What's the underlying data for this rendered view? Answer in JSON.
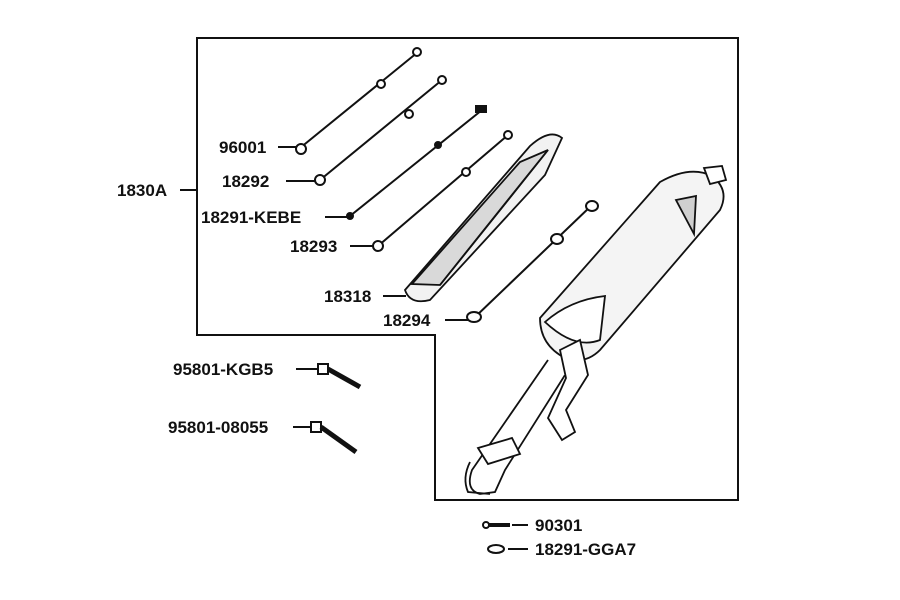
{
  "diagram": {
    "group_label": "1830A",
    "parts": {
      "p96001": "96001",
      "p18292": "18292",
      "p18291_kebe": "18291-KEBE",
      "p18293": "18293",
      "p18318": "18318",
      "p18294": "18294",
      "p95801_kgb5": "95801-KGB5",
      "p95801_08055": "95801-08055",
      "p90301": "90301",
      "p18291_gga7": "18291-GGA7"
    }
  },
  "colors": {
    "line": "#111111",
    "muffler_fill": "#f4f4f4",
    "shadow": "#cfcfcf"
  }
}
